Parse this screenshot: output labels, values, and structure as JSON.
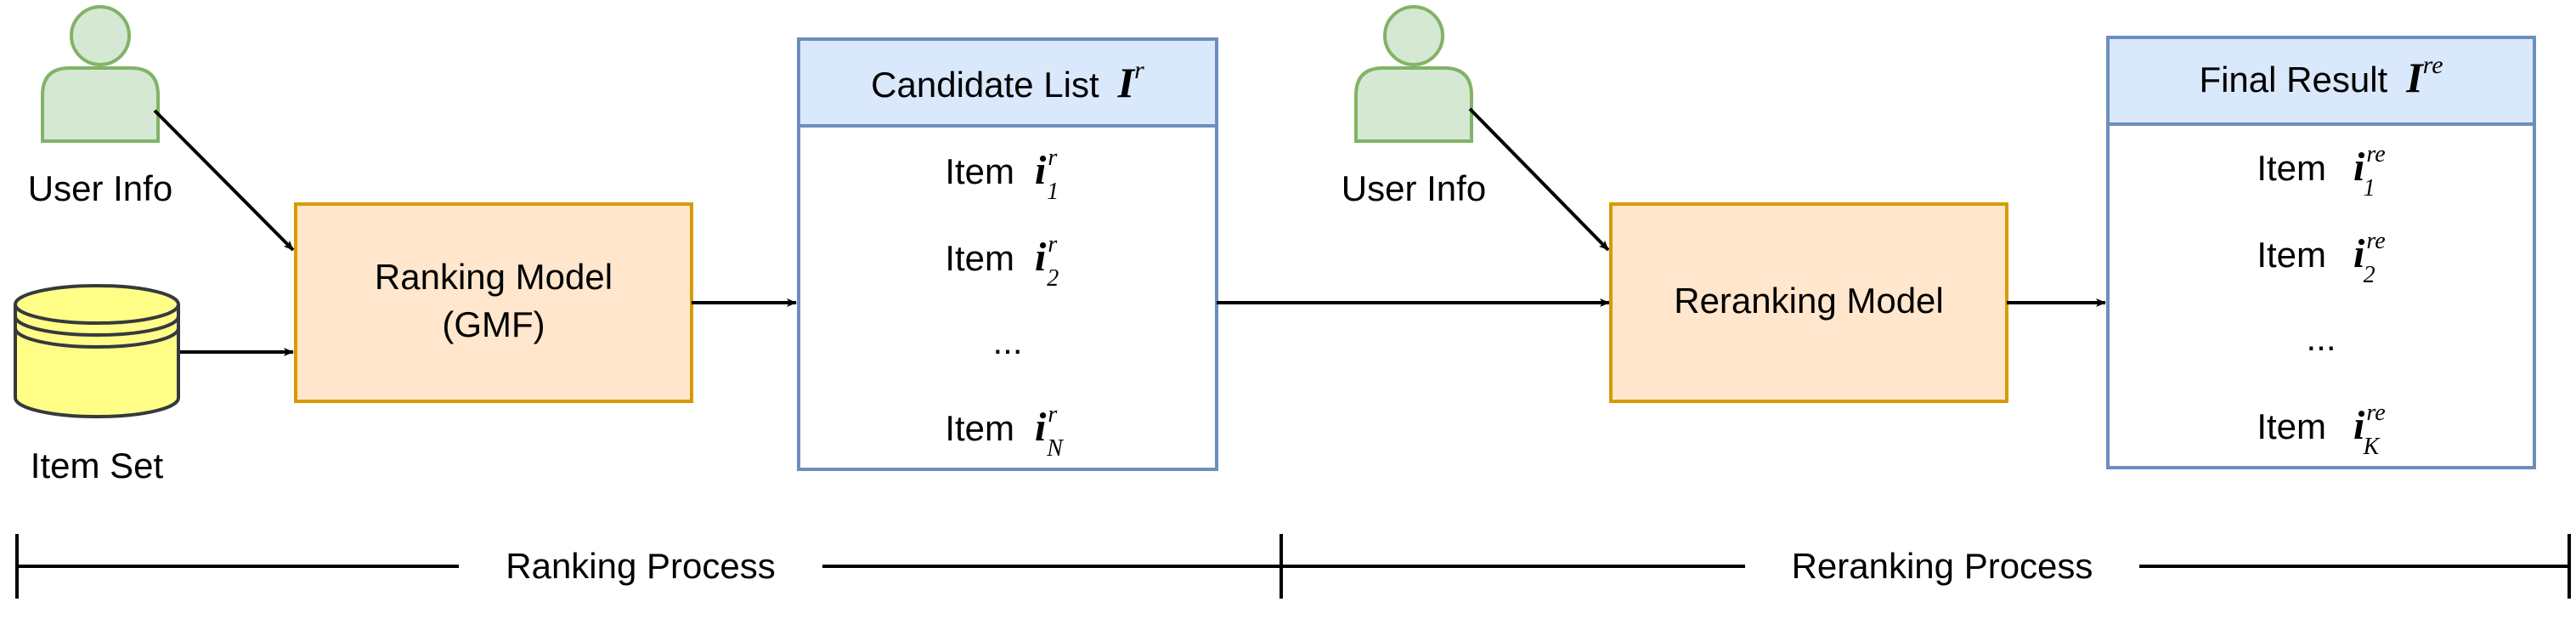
{
  "colors": {
    "person_fill": "#d5e8d4",
    "person_stroke": "#82b366",
    "db_fill": "#ffff88",
    "db_stroke": "#36393d",
    "model_fill": "#ffe6cc",
    "model_stroke": "#d79b00",
    "list_header_fill": "#dae8fc",
    "list_stroke": "#6c8ebf",
    "line": "#000000"
  },
  "left": {
    "user_label": "User Info",
    "item_set_label": "Item Set",
    "model_line1": "Ranking Model",
    "model_line2": "(GMF)"
  },
  "candidate_list": {
    "title": "Candidate List",
    "title_symbol": "I",
    "title_sup": "r",
    "items": [
      {
        "label": "Item",
        "symbol": "i",
        "sup": "r",
        "sub": "1"
      },
      {
        "label": "Item",
        "symbol": "i",
        "sup": "r",
        "sub": "2"
      },
      {
        "label": "...",
        "symbol": "",
        "sup": "",
        "sub": ""
      },
      {
        "label": "Item",
        "symbol": "i",
        "sup": "r",
        "sub": "N"
      }
    ]
  },
  "right": {
    "user_label": "User Info",
    "model_label": "Reranking Model"
  },
  "final_result": {
    "title": "Final Result",
    "title_symbol": "I",
    "title_sup": "re",
    "items": [
      {
        "label": "Item",
        "symbol": "i",
        "sup": "re",
        "sub": "1"
      },
      {
        "label": "Item",
        "symbol": "i",
        "sup": "re",
        "sub": "2"
      },
      {
        "label": "...",
        "symbol": "",
        "sup": "",
        "sub": ""
      },
      {
        "label": "Item",
        "symbol": "i",
        "sup": "re",
        "sub": "K"
      }
    ]
  },
  "timeline": {
    "ranking_label": "Ranking Process",
    "reranking_label": "Reranking Process"
  }
}
